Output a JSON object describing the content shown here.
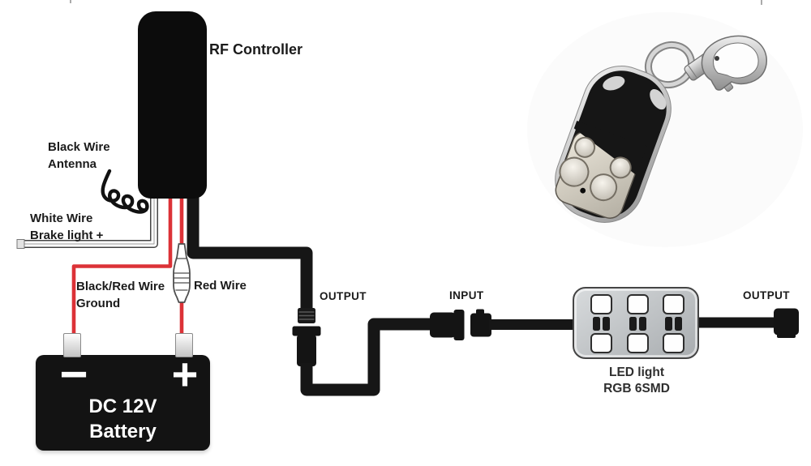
{
  "diagram": {
    "controller_label": "RF Controller",
    "antenna_label": {
      "line1": "Black Wire",
      "line2": "Antenna"
    },
    "white_wire_label": {
      "line1": "White Wire",
      "line2": "Brake light +"
    },
    "ground_label": {
      "line1": "Black/Red Wire",
      "line2": "Ground"
    },
    "red_wire_label": "Red Wire",
    "output_label_controller": "OUTPUT",
    "input_label": "INPUT",
    "output_label_led": "OUTPUT",
    "battery": {
      "minus": "−",
      "plus": "+",
      "line1": "DC 12V",
      "line2": "Battery"
    },
    "led_label": {
      "line1": "LED light",
      "line2": "RGB 6SMD"
    },
    "colors": {
      "wire_black": "#161616",
      "wire_red": "#dc3237",
      "wire_white": "#ffffff",
      "controller_body": "#0c0c0c",
      "battery_body": "#131313",
      "led_module_gray": "#c9cdd0",
      "label_text": "#1b1b1b"
    }
  }
}
